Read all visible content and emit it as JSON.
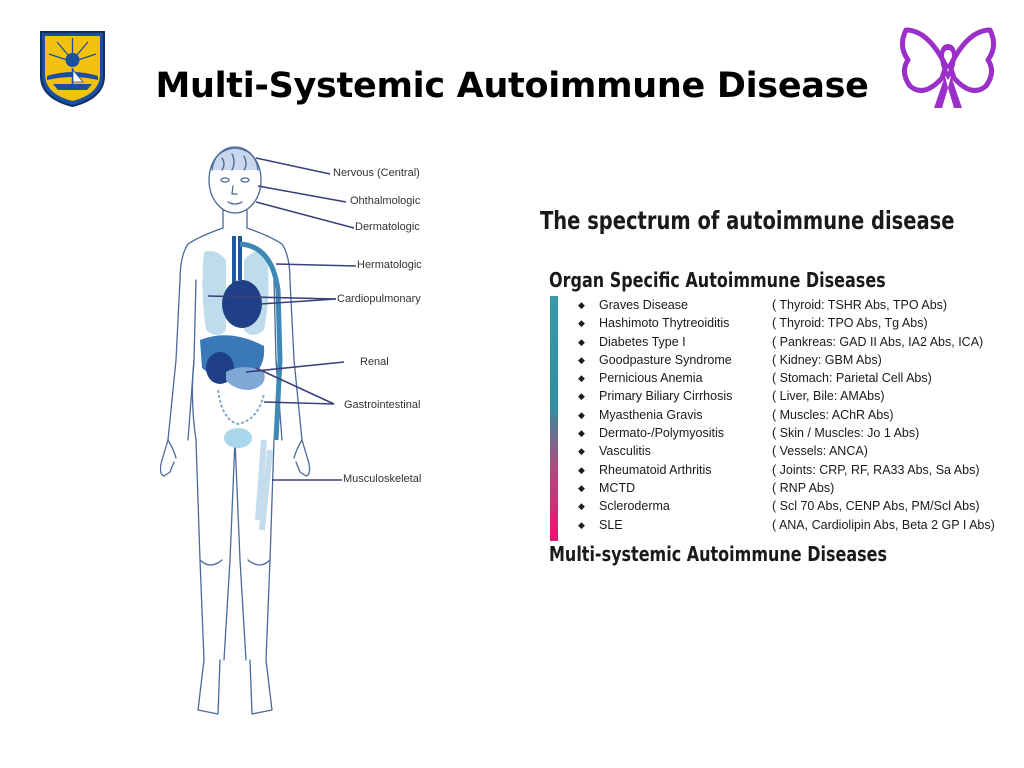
{
  "slide": {
    "title": "Multi-Systemic Autoimmune Disease"
  },
  "body_diagram": {
    "labels": [
      "Nervous (Central)",
      "Ohthalmologic",
      "Dermatologic",
      "Hermatologic",
      "Cardiopulmonary",
      "Renal",
      "Gastrointestinal",
      "Musculoskeletal"
    ]
  },
  "spectrum": {
    "title": "The spectrum of autoimmune disease",
    "organ_specific_heading": "Organ Specific Autoimmune Diseases",
    "multi_systemic_heading": "Multi-systemic Autoimmune Diseases",
    "bar_colors": [
      "#2f8fa0",
      "#e8146e"
    ],
    "diseases": [
      {
        "name": "Graves Disease",
        "abs": "( Thyroid: TSHR Abs, TPO Abs)"
      },
      {
        "name": "Hashimoto Thytreoiditis",
        "abs": "( Thyroid: TPO Abs, Tg Abs)"
      },
      {
        "name": "Diabetes Type I",
        "abs": "( Pankreas: GAD II Abs, IA2 Abs, ICA)"
      },
      {
        "name": "Goodpasture Syndrome",
        "abs": "( Kidney: GBM Abs)"
      },
      {
        "name": "Pernicious Anemia",
        "abs": "( Stomach: Parietal Cell Abs)"
      },
      {
        "name": "Primary Biliary Cirrhosis",
        "abs": "( Liver, Bile: AMAbs)"
      },
      {
        "name": "Myasthenia Gravis",
        "abs": "( Muscles: AChR Abs)"
      },
      {
        "name": "Dermato-/Polymyositis",
        "abs": "( Skin / Muscles: Jo 1 Abs)"
      },
      {
        "name": "Vasculitis",
        "abs": "( Vessels: ANCA)"
      },
      {
        "name": "Rheumatoid Arthritis",
        "abs": "( Joints: CRP, RF, RA33 Abs, Sa Abs)"
      },
      {
        "name": "MCTD",
        "abs": "( RNP Abs)"
      },
      {
        "name": "Scleroderma",
        "abs": "( Scl 70 Abs, CENP Abs, PM/Scl Abs)"
      },
      {
        "name": "SLE",
        "abs": "( ANA, Cardiolipin Abs, Beta 2 GP I Abs)"
      }
    ]
  },
  "icons": {
    "logo": "university-emblem-icon",
    "butterfly": "butterfly-icon",
    "butterfly_color": "#9b2fc9",
    "logo_colors": [
      "#1b4fa0",
      "#f2c20f"
    ]
  }
}
